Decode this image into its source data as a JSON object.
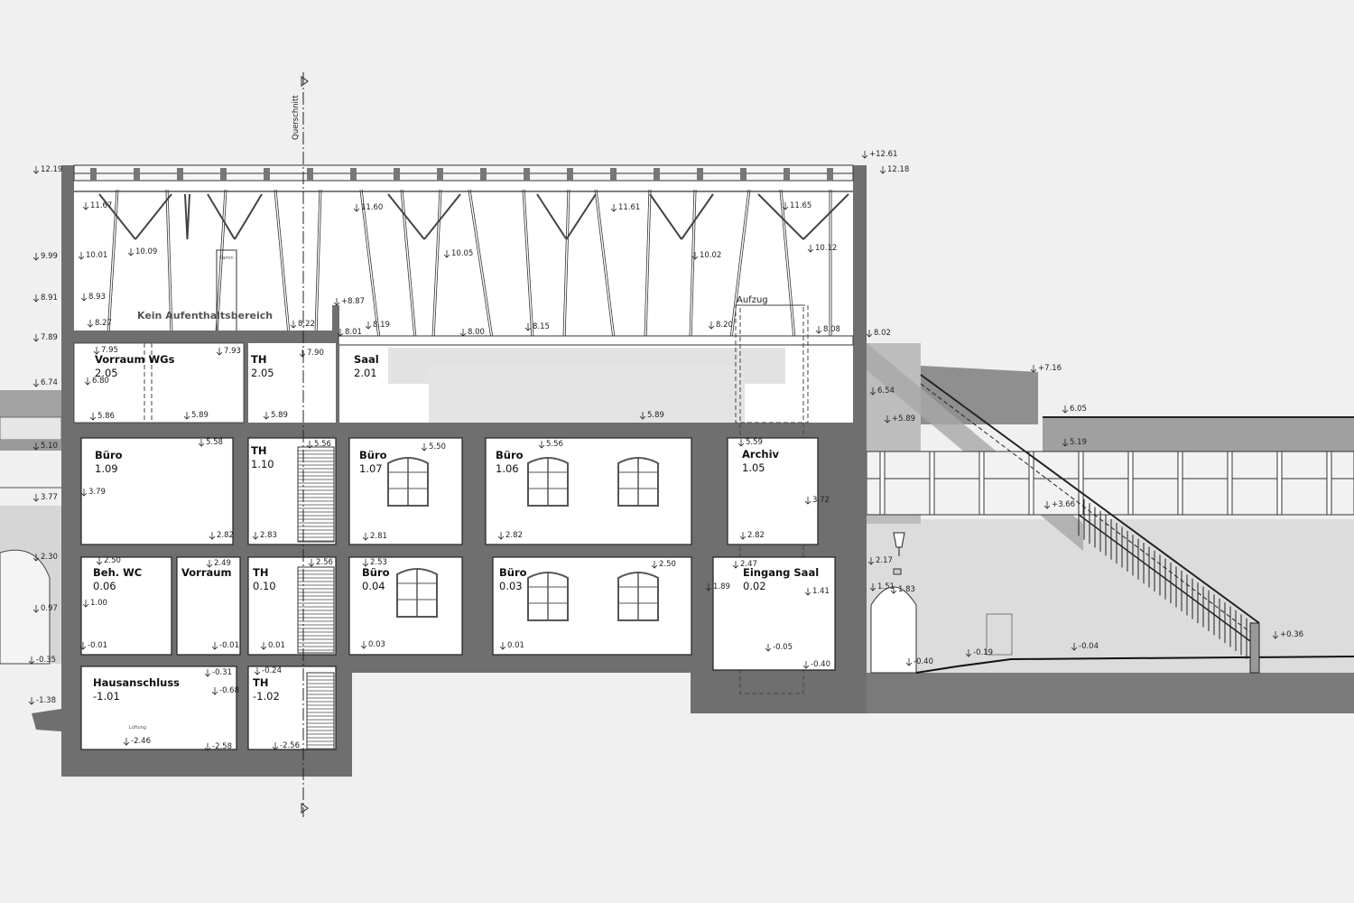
{
  "drawing": {
    "section_marker": "Querschnitt",
    "no_stay_note": "Kein Aufenthaltsbereich",
    "elevator_label": "Aufzug",
    "chimney_label": "Kamin",
    "ventilation_label": "Lüftung"
  },
  "rooms": [
    {
      "name": "Vorraum WGs",
      "number": "2.05"
    },
    {
      "name": "TH",
      "number": "2.05"
    },
    {
      "name": "Saal",
      "number": "2.01"
    },
    {
      "name": "Büro",
      "number": "1.09"
    },
    {
      "name": "TH",
      "number": "1.10"
    },
    {
      "name": "Büro",
      "number": "1.07"
    },
    {
      "name": "Büro",
      "number": "1.06"
    },
    {
      "name": "Archiv",
      "number": "1.05"
    },
    {
      "name": "Beh. WC",
      "number": "0.06"
    },
    {
      "name": "Vorraum",
      "number": ""
    },
    {
      "name": "TH",
      "number": "0.10"
    },
    {
      "name": "Büro",
      "number": "0.04"
    },
    {
      "name": "Büro",
      "number": "0.03"
    },
    {
      "name": "Eingang Saal",
      "number": "0.02"
    },
    {
      "name": "Hausanschluss",
      "number": "-1.01"
    },
    {
      "name": "TH",
      "number": "-1.02"
    }
  ],
  "elevations": [
    "12.19",
    "11.67",
    "11.60",
    "11.61",
    "11.65",
    "9.99",
    "10.01",
    "10.09",
    "10.05",
    "10.02",
    "10.12",
    "8.91",
    "8.93",
    "8.27",
    "8.22",
    "+8.87",
    "8.19",
    "8.01",
    "8.00",
    "8.15",
    "8.20",
    "8.08",
    "8.02",
    "+12.61",
    "12.18",
    "7.89",
    "7.95",
    "7.93",
    "7.90",
    "6.74",
    "6.80",
    "5.86",
    "5.89",
    "5.89",
    "5.89",
    "+7.16",
    "6.54",
    "+5.89",
    "6.05",
    "5.19",
    "+3.66",
    "5.10",
    "5.58",
    "5.56",
    "5.50",
    "5.56",
    "5.59",
    "3.79",
    "3.77",
    "3.72",
    "2.82",
    "2.83",
    "2.81",
    "2.82",
    "2.82",
    "2.30",
    "2.50",
    "2.49",
    "2.56",
    "2.53",
    "2.50",
    "2.47",
    "2.17",
    "1.89",
    "1.41",
    "1.51",
    "1.83",
    "1.00",
    "0.97",
    "-0.01",
    "-0.01",
    "0.01",
    "0.03",
    "0.01",
    "-0.05",
    "-0.40",
    "-0.40",
    "-0.19",
    "-0.04",
    "+0.36",
    "-0.35",
    "-0.31",
    "-0.24",
    "-0.68",
    "-1.38",
    "-2.46",
    "-2.58",
    "-2.56"
  ],
  "colors": {
    "background": "#f0f0f0",
    "wall": "#6f6f6f",
    "ground": "#7a7a7a",
    "exterior_light": "#dcdcdc"
  }
}
